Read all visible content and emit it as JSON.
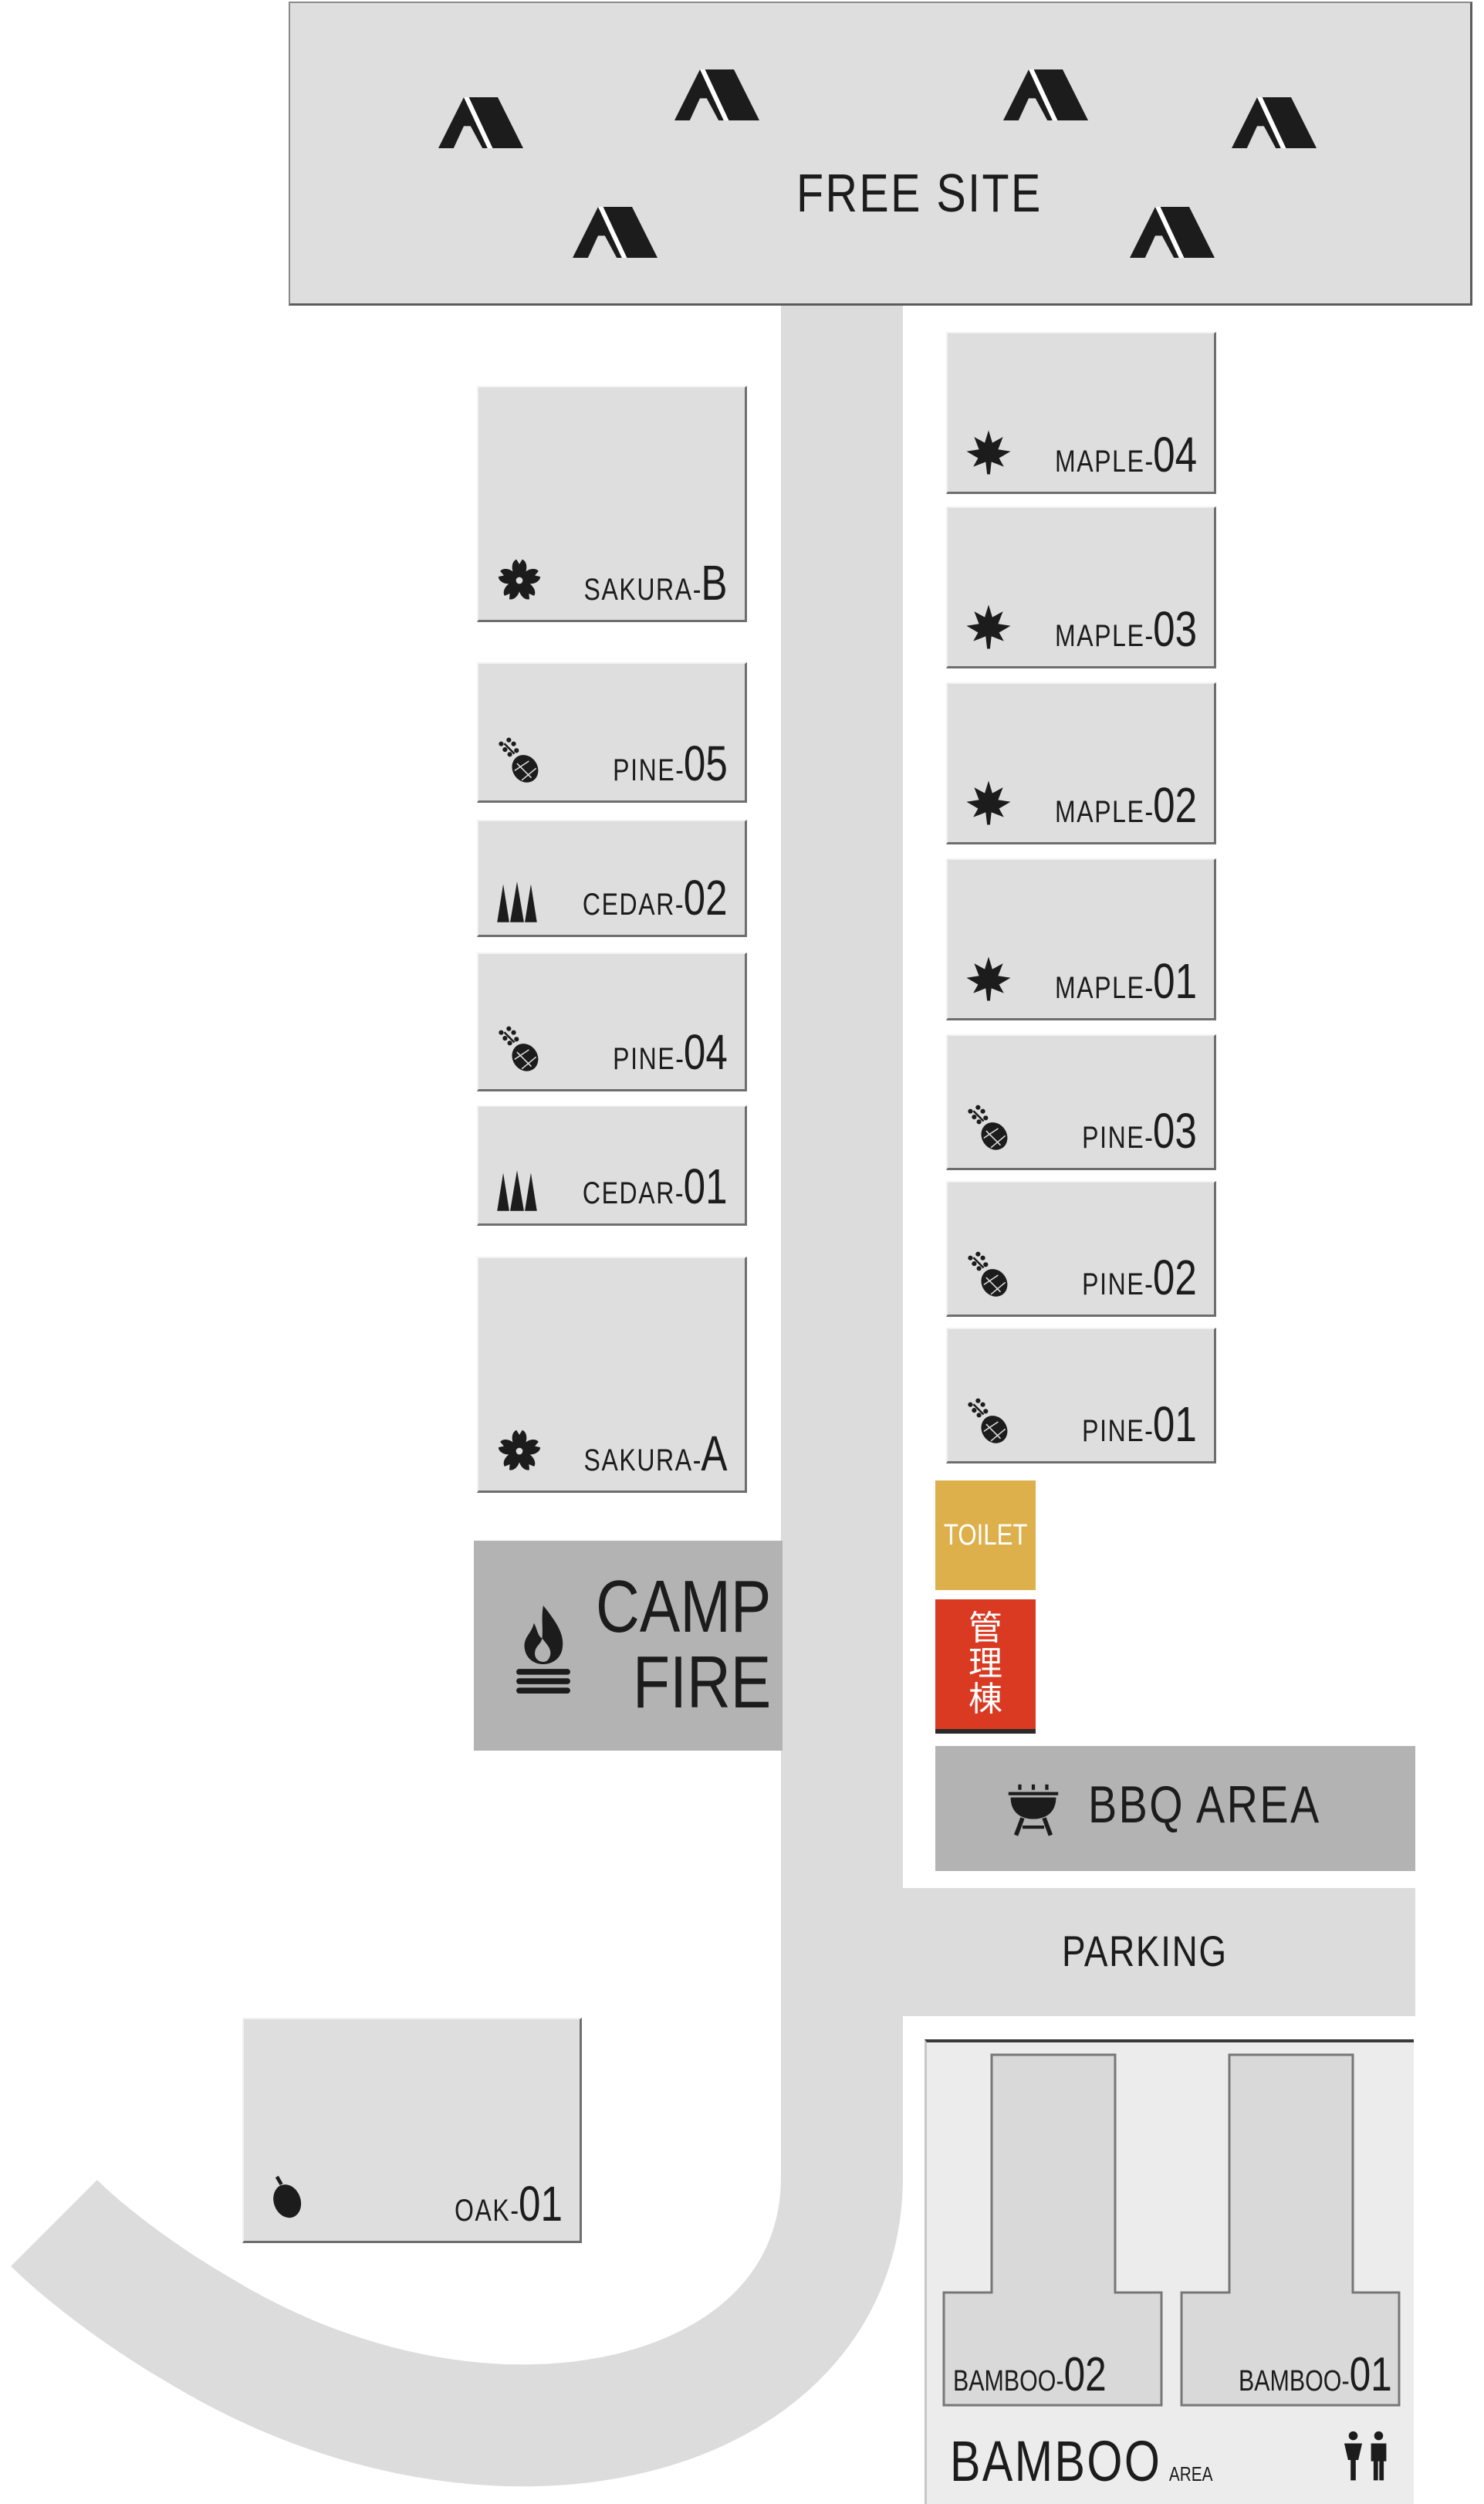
{
  "free_site": {
    "label": "FREE SITE"
  },
  "left_sites": [
    {
      "name": "SAKURA",
      "dash": "-",
      "num": "B",
      "icon": "sakura-icon"
    },
    {
      "name": "PINE",
      "dash": "-",
      "num": "05",
      "icon": "pinecone-icon"
    },
    {
      "name": "CEDAR",
      "dash": "-",
      "num": "02",
      "icon": "cedar-icon"
    },
    {
      "name": "PINE",
      "dash": "-",
      "num": "04",
      "icon": "pinecone-icon"
    },
    {
      "name": "CEDAR",
      "dash": "-",
      "num": "01",
      "icon": "cedar-icon"
    },
    {
      "name": "SAKURA",
      "dash": "-",
      "num": "A",
      "icon": "sakura-icon"
    }
  ],
  "right_sites": [
    {
      "name": "MAPLE",
      "dash": "-",
      "num": "04",
      "icon": "maple-leaf-icon"
    },
    {
      "name": "MAPLE",
      "dash": "-",
      "num": "03",
      "icon": "maple-leaf-icon"
    },
    {
      "name": "MAPLE",
      "dash": "-",
      "num": "02",
      "icon": "maple-leaf-icon"
    },
    {
      "name": "MAPLE",
      "dash": "-",
      "num": "01",
      "icon": "maple-leaf-icon"
    },
    {
      "name": "PINE",
      "dash": "-",
      "num": "03",
      "icon": "pinecone-icon"
    },
    {
      "name": "PINE",
      "dash": "-",
      "num": "02",
      "icon": "pinecone-icon"
    },
    {
      "name": "PINE",
      "dash": "-",
      "num": "01",
      "icon": "pinecone-icon"
    }
  ],
  "oak": {
    "name": "OAK",
    "dash": "-",
    "num": "01",
    "icon": "acorn-icon"
  },
  "toilet": {
    "label": "TOILET",
    "color": "#ddb04c"
  },
  "office": {
    "chars": [
      "管",
      "理",
      "棟"
    ],
    "color": "#da3a22"
  },
  "campfire": {
    "line1": "CAMP",
    "line2": "FIRE",
    "icon": "campfire-icon"
  },
  "bbq": {
    "label": "BBQ AREA",
    "icon": "grill-icon"
  },
  "parking": {
    "label": "PARKING"
  },
  "bamboo": {
    "area_label": "BAMBOO",
    "area_suffix": "AREA",
    "restroom_icon": "restroom-icon",
    "sites": [
      {
        "name": "BAMBOO",
        "dash": "-",
        "num": "02"
      },
      {
        "name": "BAMBOO",
        "dash": "-",
        "num": "01"
      }
    ]
  },
  "colors": {
    "road": "#dcdcdc",
    "site_fill": "#dedede",
    "feature_fill": "#b3b3b3",
    "ink": "#1c1c1c"
  }
}
